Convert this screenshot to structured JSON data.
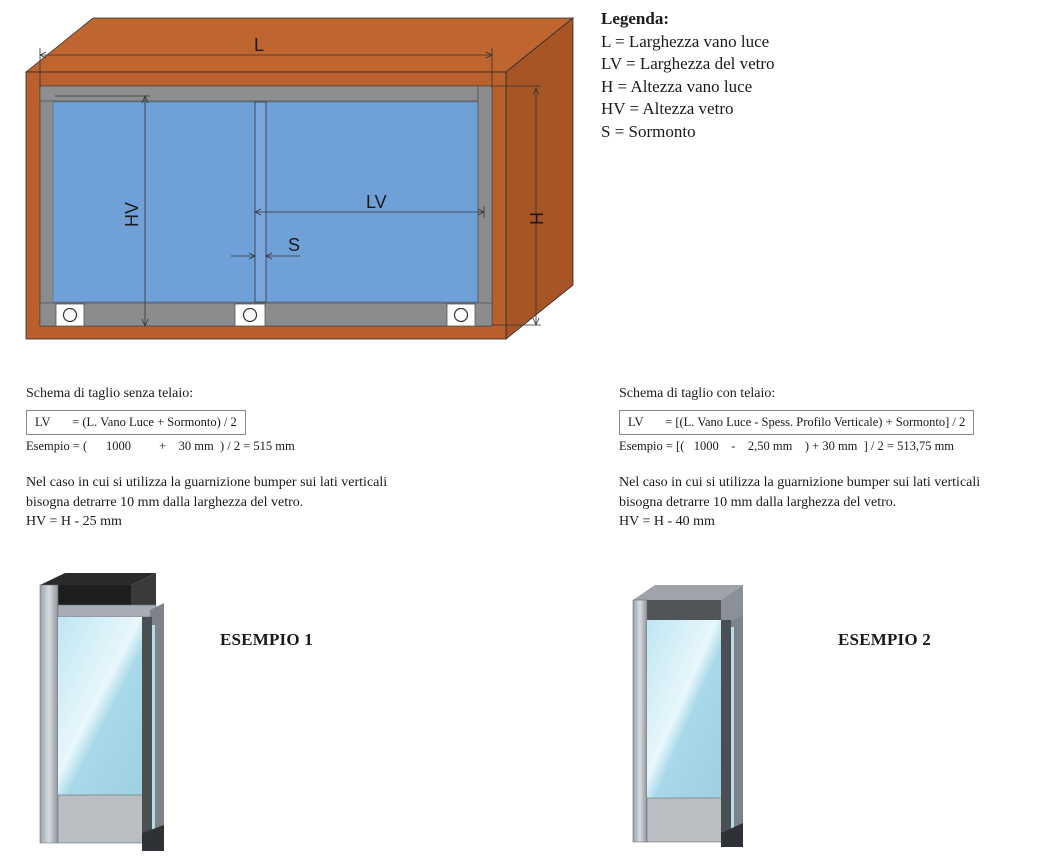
{
  "diagram": {
    "labels": {
      "L": "L",
      "LV": "LV",
      "H": "H",
      "HV": "HV",
      "S": "S"
    },
    "colors": {
      "cabinet_front": "#b9602c",
      "cabinet_top": "#bf6530",
      "cabinet_side": "#a65426",
      "glass": "#6fa0d8",
      "frame": "#8a8a8a",
      "dimension_line": "#333333"
    }
  },
  "legend": {
    "title": "Legenda:",
    "items": [
      "L = Larghezza vano luce",
      "LV = Larghezza del vetro",
      "H = Altezza vano luce",
      "HV = Altezza vetro",
      "S = Sormonto"
    ]
  },
  "left_scheme": {
    "title": "Schema di taglio senza telaio:",
    "formula": "LV       = (L. Vano Luce + Sormonto) / 2",
    "example": "Esempio = (      1000         +    30 mm  ) / 2 = 515 mm",
    "note_lines": [
      "Nel caso in cui si utilizza la guarnizione bumper sui lati verticali",
      "bisogna detrarre 10 mm dalla larghezza del vetro.",
      "HV = H - 25 mm"
    ],
    "example_title": "ESEMPIO 1"
  },
  "right_scheme": {
    "title": "Schema di taglio con telaio:",
    "formula": "LV       = [(L. Vano Luce - Spess. Profilo Verticale) + Sormonto] / 2",
    "example": "Esempio = [(   1000    -    2,50 mm    ) + 30 mm  ] / 2 = 513,75 mm",
    "note_lines": [
      "Nel caso in cui si utilizza la guarnizione bumper sui lati verticali",
      "bisogna detrarre 10 mm dalla larghezza del vetro.",
      "HV = H - 40 mm"
    ],
    "example_title": "ESEMPIO 2"
  }
}
